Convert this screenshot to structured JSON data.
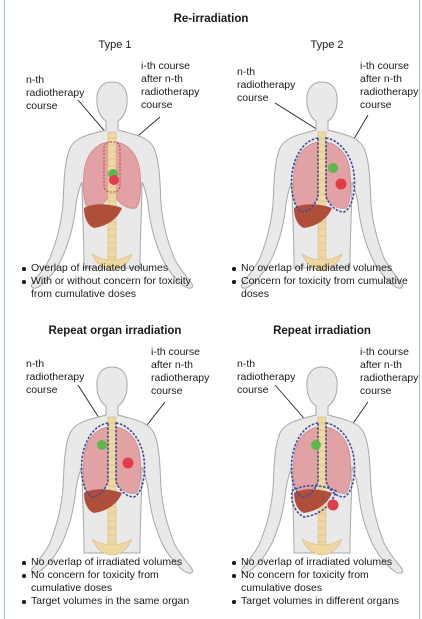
{
  "title": "Re-irradiation",
  "panels": [
    {
      "id": "type1",
      "heading": "",
      "type_label": "Type 1",
      "left_annotation": [
        "n-th",
        "radiotherapy",
        "course"
      ],
      "right_annotation": [
        "i-th course",
        "after n-th",
        "radiotherapy",
        "course"
      ],
      "bullets": [
        "Overlap of irradiated volumes",
        "With or without concern for toxicity",
        "from cumulative doses"
      ]
    },
    {
      "id": "type2",
      "heading": "",
      "type_label": "Type 2",
      "left_annotation": [
        "n-th",
        "radiotherapy",
        "course"
      ],
      "right_annotation": [
        "i-th course",
        "after n-th",
        "radiotherapy",
        "course"
      ],
      "bullets": [
        "No overlap of irradiated volumes",
        "Concern for toxicity from cumulative",
        "doses"
      ]
    },
    {
      "id": "repeat-organ",
      "heading": "Repeat organ irradiation",
      "type_label": "",
      "left_annotation": [
        "n-th",
        "radiotherapy",
        "course"
      ],
      "right_annotation": [
        "i-th course",
        "after n-th",
        "radiotherapy",
        "course"
      ],
      "bullets": [
        "No overlap of irradiated volumes",
        "No concern for toxicity from",
        "cumulative doses",
        "Target volumes in the same organ"
      ]
    },
    {
      "id": "repeat",
      "heading": "Repeat irradiation",
      "type_label": "",
      "left_annotation": [
        "n-th",
        "radiotherapy",
        "course"
      ],
      "right_annotation": [
        "i-th course",
        "after n-th",
        "radiotherapy",
        "course"
      ],
      "bullets": [
        "No overlap of irradiated volumes",
        "No concern for toxicity from",
        "cumulative doses",
        "Target volumes in different organs"
      ]
    }
  ],
  "colors": {
    "skin": "#e9e9e9",
    "skin_outline": "#a8a8a8",
    "lung": "#e2a2a5",
    "liver": "#b04e3c",
    "spine": "#eed7a2",
    "green_target": "#5cb848",
    "red_target": "#e23c4a",
    "dashed_volume": "#3a4f9b",
    "frame": "#9bc5c8"
  },
  "icons": [
    "human-body-icon"
  ]
}
